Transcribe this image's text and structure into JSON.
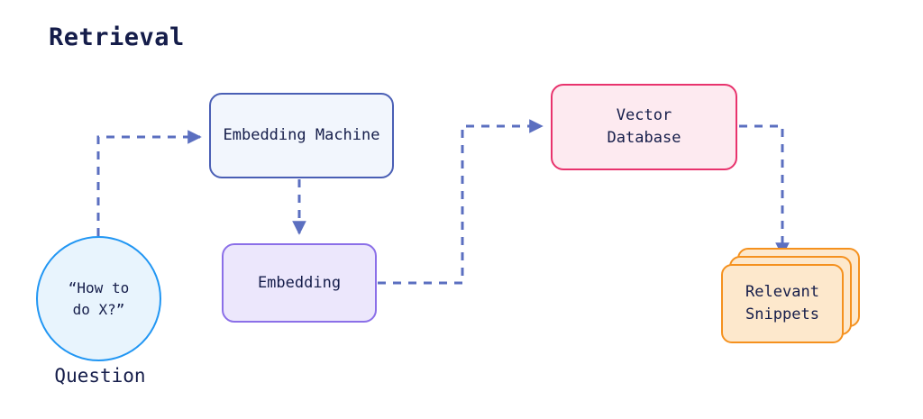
{
  "page": {
    "title": "Retrieval",
    "background_color": "#ffffff",
    "text_color": "#151d4a"
  },
  "colors": {
    "edge": "#5b6fc0",
    "embedding_machine_border": "#4a5fb5",
    "embedding_machine_fill": "#f2f6fd",
    "embedding_border": "#8b6fe8",
    "embedding_fill": "#ece7fc",
    "vector_database_border": "#e8336d",
    "vector_database_fill": "#fdeaf0",
    "question_border": "#2196f3",
    "question_fill": "#e8f4fd",
    "snippets_border": "#f5911e",
    "snippets_fill": "#fde8cc"
  },
  "nodes": {
    "question": {
      "label": "“How to\ndo X?”",
      "caption": "Question",
      "shape": "circle"
    },
    "embedding_machine": {
      "label": "Embedding Machine",
      "shape": "rounded-rect"
    },
    "embedding": {
      "label": "Embedding",
      "shape": "rounded-rect"
    },
    "vector_database": {
      "label": "Vector\nDatabase",
      "shape": "rounded-rect"
    },
    "relevant_snippets": {
      "label": "Relevant\nSnippets",
      "shape": "stacked-cards",
      "card_count": 3
    }
  },
  "edges": [
    {
      "name": "question-to-embedding-machine",
      "from": "question",
      "to": "embedding_machine",
      "style": "dashed",
      "arrow": true
    },
    {
      "name": "embedding-machine-to-embedding",
      "from": "embedding_machine",
      "to": "embedding",
      "style": "dashed",
      "arrow": true
    },
    {
      "name": "embedding-to-vector-database",
      "from": "embedding",
      "to": "vector_database",
      "style": "dashed",
      "arrow": true
    },
    {
      "name": "vector-database-to-relevant-snippets",
      "from": "vector_database",
      "to": "relevant_snippets",
      "style": "dashed",
      "arrow": true
    }
  ]
}
